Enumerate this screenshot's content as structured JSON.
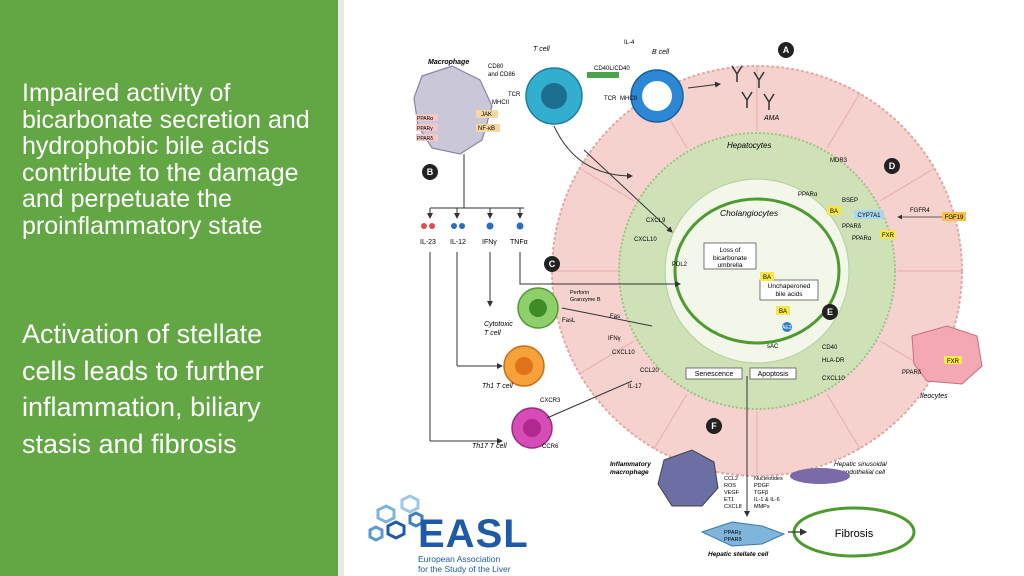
{
  "slide": {
    "paragraph_1": "Impaired activity of bicarbonate secretion and hydrophobic bile acids contribute to the damage and perpetuate the proinflammatory state",
    "paragraph_2": "Activation of stellate cells leads to further inflammation, biliary stasis and fibrosis"
  },
  "logo": {
    "name": "EASL",
    "line1": "European Association",
    "line2": "for the Study of the Liver",
    "color": "#1e5aa8"
  },
  "colors": {
    "sidebar": "#62a744",
    "highlight": "#4e9a2f",
    "liver": "#f6d2cf",
    "cholangiocyte": "#cfe2b7",
    "tcell": "#33aecf",
    "bcell": "#2c88d4"
  },
  "figure": {
    "panel_labels": [
      "A",
      "B",
      "C",
      "D",
      "E",
      "F"
    ],
    "t_cell": "T cell",
    "b_cell": "B cell",
    "il4": "IL-4",
    "ama": "AMA",
    "macrophage": "Macrophage",
    "cd80": "CD80",
    "and_cd86": "and CD86",
    "cd40l": "CD40L/CD40",
    "tcr": "TCR",
    "mhcii": "MHCII",
    "ppars": [
      "PPARα",
      "PPARγ",
      "PPARδ"
    ],
    "jak": "JAK",
    "nfkb": "NF-κB",
    "cytokines": [
      "IL-23",
      "IL-12",
      "IFNγ",
      "TNFα"
    ],
    "hepatocytes": "Hepatocytes",
    "cholangiocytes": "Cholangiocytes",
    "loss": "Loss of bicarbonate umbrella",
    "unchaperoned": "Unchaperoned bile acids",
    "ba": "BA",
    "cxcl9": "CXCL9",
    "cxcl10": "CXCL10",
    "pdl2": "PDL2",
    "mdr3": "MDR3",
    "bsep": "BSEP",
    "cyp7a1": "CYP7A1",
    "fxr": "FXR",
    "fgfr4": "FGFR4",
    "fgf19": "FGF19",
    "pparalpha": "PPARα",
    "pparsdelta": "PPARδ",
    "cytotoxic": "Cytotoxic T cell",
    "th1": "Th1 T cell",
    "th17": "Th17 T cell",
    "perforin": "Perforin Granzyme B",
    "fasl": "FasL",
    "fas": "Fas",
    "ifng": "IFNγ",
    "ccl20": "CCL20",
    "il17": "IL-17",
    "cxcr3": "CXCR3",
    "ccr6": "CCR6",
    "senescence": "Senescence",
    "apoptosis": "Apoptosis",
    "ae2": "AE2",
    "sac": "sAC",
    "cd40": "CD40",
    "hla": "HLA-DR",
    "ileocytes": "Ileocytes",
    "inflammatory_macrophage": "Inflammatory macrophage",
    "mac_factors": [
      "CCL2",
      "ROS",
      "VEGF",
      "ET1",
      "CXCL8"
    ],
    "nucleotides": [
      "Nucleotides",
      "PDGF",
      "TGFβ",
      "IL-1 & IL-6",
      "MMPs"
    ],
    "hsec": "Hepatic sinusoidal endothelial cell",
    "stellate": "Hepatic stellate cell",
    "fibrosis": "Fibrosis"
  }
}
